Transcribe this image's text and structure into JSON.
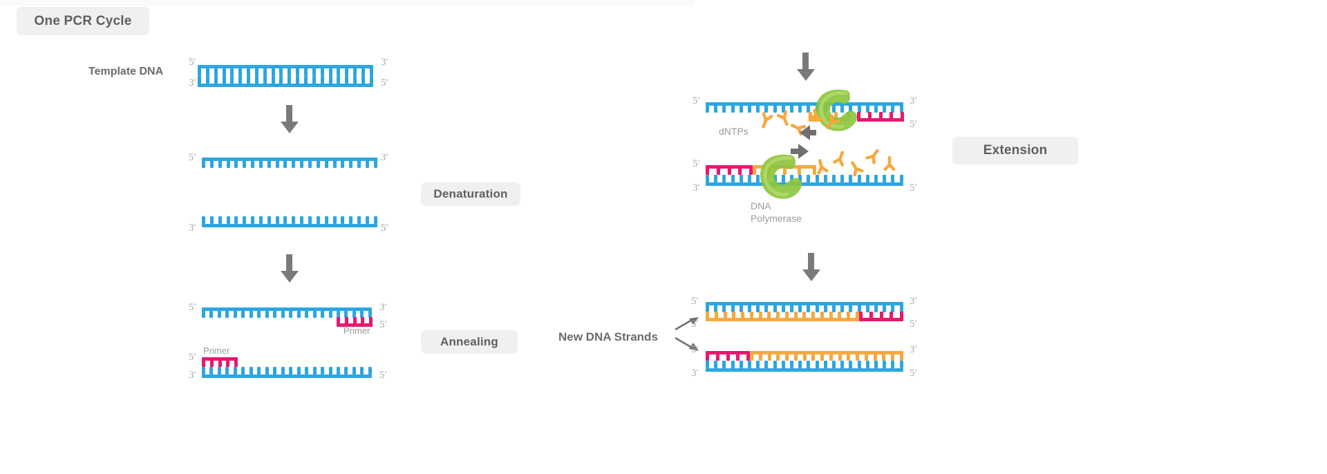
{
  "diagram": {
    "title": "One PCR Cycle",
    "stage_labels": {
      "denaturation": "Denaturation",
      "annealing": "Annealing",
      "extension": "Extension"
    },
    "annotations": {
      "template_dna": "Template DNA",
      "primer_top": "Primer",
      "primer_bottom": "Primer",
      "dntps": "dNTPs",
      "dna_polymerase_line1": "DNA",
      "dna_polymerase_line2": "Polymerase",
      "new_dna_strands": "New DNA Strands"
    },
    "end_labels": {
      "five_prime": "5′",
      "three_prime": "3′"
    },
    "colors": {
      "template_blue": "#2ba6e0",
      "new_strand_orange": "#f5a93f",
      "primer_pink": "#e8186e",
      "polymerase_green": "#8cc63f",
      "arrow_gray": "#7a7a7a",
      "chip_background": "#f0f0f0",
      "chip_text": "#5e5e5e",
      "tick_text": "#a8a8a8",
      "page_background": "#ffffff"
    }
  },
  "steps": [
    {
      "id": "template",
      "label": "Template DNA",
      "strands": [
        {
          "end_left": "5′",
          "end_right": "3′",
          "color": "template_blue"
        },
        {
          "end_left": "3′",
          "end_right": "5′",
          "color": "template_blue"
        }
      ]
    },
    {
      "id": "denaturation",
      "label": "Denaturation",
      "strands": [
        {
          "end_left": "5′",
          "end_right": "3′",
          "color": "template_blue"
        },
        {
          "end_left": "3′",
          "end_right": "5′",
          "color": "template_blue"
        }
      ]
    },
    {
      "id": "annealing",
      "label": "Annealing",
      "strands": [
        {
          "end_left": "5′",
          "end_right": "3′",
          "color": "template_blue",
          "primer": "Primer",
          "primer_side": "right"
        },
        {
          "end_left": "3′",
          "end_right": "5′",
          "color": "template_blue",
          "primer": "Primer",
          "primer_side": "left"
        }
      ]
    },
    {
      "id": "extension",
      "label": "Extension",
      "strands": [
        {
          "end_left": "5′",
          "end_right": "3′",
          "color": "template_blue"
        },
        {
          "end_left": "3′",
          "end_right": "5′",
          "color": "template_blue"
        }
      ]
    },
    {
      "id": "products",
      "label": "New DNA Strands",
      "strands": [
        {
          "end_left": "5′",
          "end_right": "3′",
          "color": "template_blue"
        },
        {
          "end_left": "3′",
          "end_right": "5′",
          "color": "new_strand_orange"
        },
        {
          "end_left": "5′",
          "end_right": "3′",
          "color": "new_strand_orange"
        },
        {
          "end_left": "3′",
          "end_right": "5′",
          "color": "template_blue"
        }
      ]
    }
  ]
}
